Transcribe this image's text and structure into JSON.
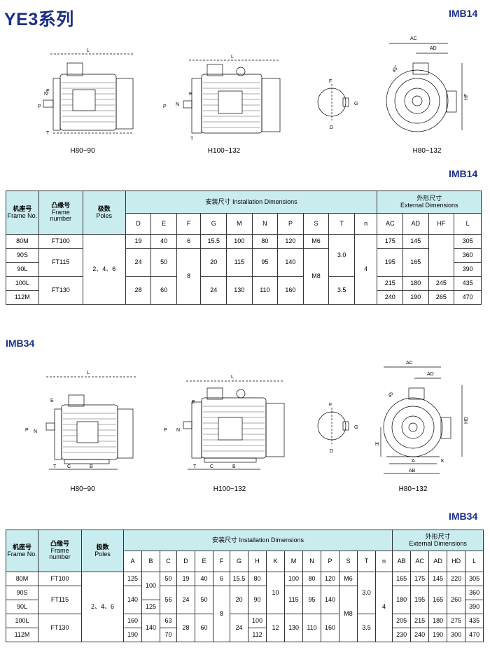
{
  "page": {
    "title": "YE3系列",
    "section1_code_top": "IMB14",
    "section1_code_table": "IMB14",
    "section2_code_top": "IMB34",
    "section2_code_table": "IMB34"
  },
  "imb14": {
    "captions": [
      "H80~90",
      "H100~132",
      "H80~132"
    ],
    "labels": {
      "L": "L",
      "P": "P",
      "N": "N",
      "E": "E",
      "T": "T",
      "F": "F",
      "G": "G",
      "D": "D",
      "AC": "AC",
      "AD": "AD",
      "HF": "HF",
      "deg45": "45°"
    },
    "table": {
      "col_frame_no": [
        "机座号",
        "Frame No."
      ],
      "col_frame_number": [
        "凸缘号",
        "Frame",
        "number"
      ],
      "col_poles": [
        "极数",
        "Poles"
      ],
      "group_install": "安装尺寸  Installation Dimensions",
      "group_external": [
        "外形尺寸",
        "External Dimensions"
      ],
      "install_cols": [
        "D",
        "E",
        "F",
        "G",
        "M",
        "N",
        "P",
        "S",
        "T",
        "n"
      ],
      "external_cols": [
        "AC",
        "AD",
        "HF",
        "L"
      ],
      "poles": "2、4、6",
      "rows": {
        "frame": [
          "80M",
          "90S",
          "90L",
          "100L",
          "112M"
        ],
        "flange": [
          "FT100",
          "FT115",
          "FT130"
        ],
        "D": [
          "19",
          "24",
          "28"
        ],
        "E": [
          "40",
          "50",
          "60"
        ],
        "F": [
          "6",
          "8"
        ],
        "G": [
          "15.5",
          "20",
          "24"
        ],
        "M": [
          "100",
          "115",
          "130"
        ],
        "N": [
          "80",
          "95",
          "110"
        ],
        "P": [
          "120",
          "140",
          "160"
        ],
        "S": [
          "M6",
          "M8"
        ],
        "T": [
          "3.0",
          "3.5"
        ],
        "n": "4",
        "AC": [
          "175",
          "195",
          "215",
          "240"
        ],
        "AD": [
          "145",
          "165",
          "180",
          "190"
        ],
        "HF": [
          "245",
          "265"
        ],
        "L": [
          "305",
          "360",
          "390",
          "435",
          "470"
        ]
      }
    }
  },
  "imb34": {
    "captions": [
      "H80~90",
      "H100~132",
      "H80~132"
    ],
    "labels": {
      "L": "L",
      "P": "P",
      "N": "N",
      "E": "E",
      "T": "T",
      "C": "C",
      "B": "B",
      "F": "F",
      "G": "G",
      "D": "D",
      "AC": "AC",
      "AD": "AD",
      "HD": "HD",
      "H": "H",
      "A": "A",
      "AB": "AB",
      "K": "K",
      "deg45": "45"
    },
    "table": {
      "col_frame_no": [
        "机座号",
        "Frame No."
      ],
      "col_frame_number": [
        "凸缘号",
        "Frame",
        "number"
      ],
      "col_poles": [
        "极数",
        "Poles"
      ],
      "group_install": "安装尺寸  Installation Dimensions",
      "group_external": [
        "外形尺寸",
        "External Dimensions"
      ],
      "install_cols": [
        "A",
        "B",
        "C",
        "D",
        "E",
        "F",
        "G",
        "H",
        "K",
        "M",
        "N",
        "P",
        "S",
        "T",
        "n"
      ],
      "external_cols": [
        "AB",
        "AC",
        "AD",
        "HD",
        "L"
      ],
      "poles": "2、4、6",
      "rows": {
        "frame": [
          "80M",
          "90S",
          "90L",
          "100L",
          "112M"
        ],
        "flange": [
          "FT100",
          "FT115",
          "FT130"
        ],
        "A": [
          "125",
          "140",
          "160",
          "190"
        ],
        "B": [
          "100",
          "125",
          "140"
        ],
        "C": [
          "50",
          "56",
          "63",
          "70"
        ],
        "D": [
          "19",
          "24",
          "28"
        ],
        "E": [
          "40",
          "50",
          "60"
        ],
        "F": [
          "6",
          "8"
        ],
        "G": [
          "15.5",
          "20",
          "24"
        ],
        "H": [
          "80",
          "90",
          "100",
          "112"
        ],
        "K": [
          "10",
          "12"
        ],
        "M": [
          "100",
          "115",
          "130"
        ],
        "N": [
          "80",
          "95",
          "110"
        ],
        "P": [
          "120",
          "140",
          "160"
        ],
        "S": [
          "M6",
          "M8"
        ],
        "T": [
          "3.0",
          "3.5"
        ],
        "n": "4",
        "AB": [
          "165",
          "180",
          "205",
          "230"
        ],
        "AC": [
          "175",
          "195",
          "215",
          "240"
        ],
        "AD": [
          "145",
          "165",
          "180",
          "190"
        ],
        "HD": [
          "220",
          "260",
          "275",
          "300"
        ],
        "L": [
          "305",
          "360",
          "390",
          "435",
          "470"
        ]
      }
    }
  }
}
